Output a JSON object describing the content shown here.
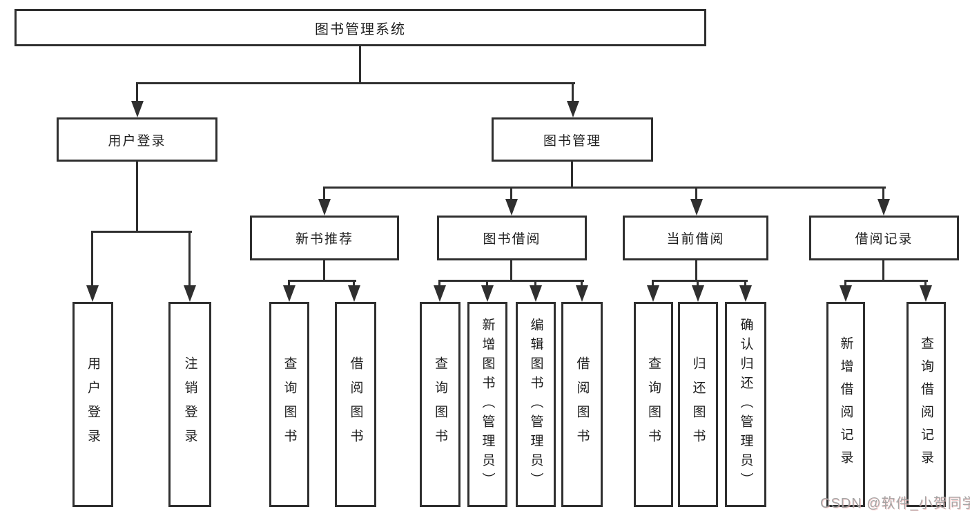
{
  "title": "图书管理系统",
  "colors": {
    "line": "#2f2f2f",
    "box_border": "#2f2f2f",
    "text": "#1e1e1e",
    "background": "#ffffff",
    "watermark": "#9e9e9e"
  },
  "watermark": {
    "text": "CSDN @软件_小贺同学"
  },
  "tree": {
    "root": {
      "label": "图书管理系统",
      "children": [
        {
          "label": "用户登录",
          "children": [
            {
              "label": "用户登录"
            },
            {
              "label": "注销登录"
            }
          ]
        },
        {
          "label": "图书管理",
          "children": [
            {
              "label": "新书推荐",
              "children": [
                {
                  "label": "查询图书"
                },
                {
                  "label": "借阅图书"
                }
              ]
            },
            {
              "label": "图书借阅",
              "children": [
                {
                  "label": "查询图书"
                },
                {
                  "label": "新增图书（管理员）"
                },
                {
                  "label": "编辑图书（管理员）"
                },
                {
                  "label": "借阅图书"
                }
              ]
            },
            {
              "label": "当前借阅",
              "children": [
                {
                  "label": "查询图书"
                },
                {
                  "label": "归还图书"
                },
                {
                  "label": "确认归还（管理员）"
                }
              ]
            },
            {
              "label": "借阅记录",
              "children": [
                {
                  "label": "新增借阅记录"
                },
                {
                  "label": "查询借阅记录"
                }
              ]
            }
          ]
        }
      ]
    }
  }
}
